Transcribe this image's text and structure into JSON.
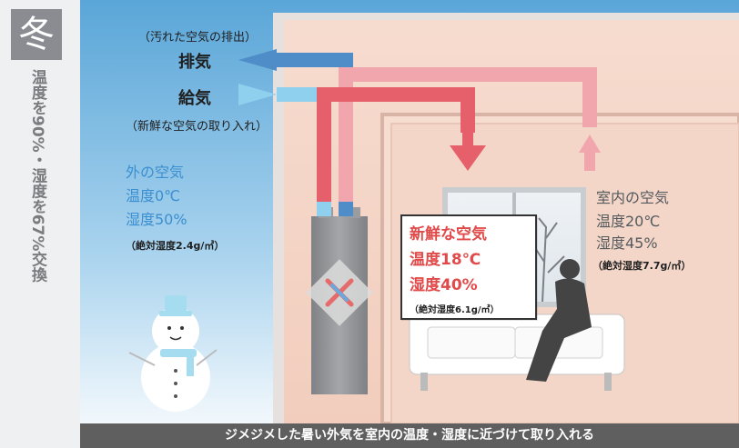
{
  "season": "冬",
  "side_caption": "温度を90%・湿度を67%交換",
  "exhaust": {
    "note": "（汚れた空気の排出）",
    "label": "排気"
  },
  "supply": {
    "label": "給気",
    "note": "（新鮮な空気の取り入れ）"
  },
  "outside": {
    "title": "外の空気",
    "temp": "温度0℃",
    "humidity": "湿度50%",
    "absolute": "（絶対湿度2.4g/㎥）"
  },
  "indoor": {
    "title": "室内の空気",
    "temp": "温度20℃",
    "humidity": "湿度45%",
    "absolute": "（絶対湿度7.7g/㎥）"
  },
  "fresh": {
    "title": "新鮮な空気",
    "temp": "温度18℃",
    "humidity": "湿度40%",
    "absolute": "（絶対湿度6.1g/㎥）"
  },
  "banner": "ジメジメした暑い外気を室内の温度・湿度に近づけて取り入れる",
  "colors": {
    "outside_sky": "#6fb3df",
    "room_wall": "#f4d4c4",
    "exhaust_blue": "#5b95cf",
    "supply_blue": "#8fd2f0",
    "warm_red": "#e5606a",
    "warm_pink": "#f0a6ac",
    "badge_gray": "#8a8c92",
    "banner_gray": "#5f5f5f"
  }
}
